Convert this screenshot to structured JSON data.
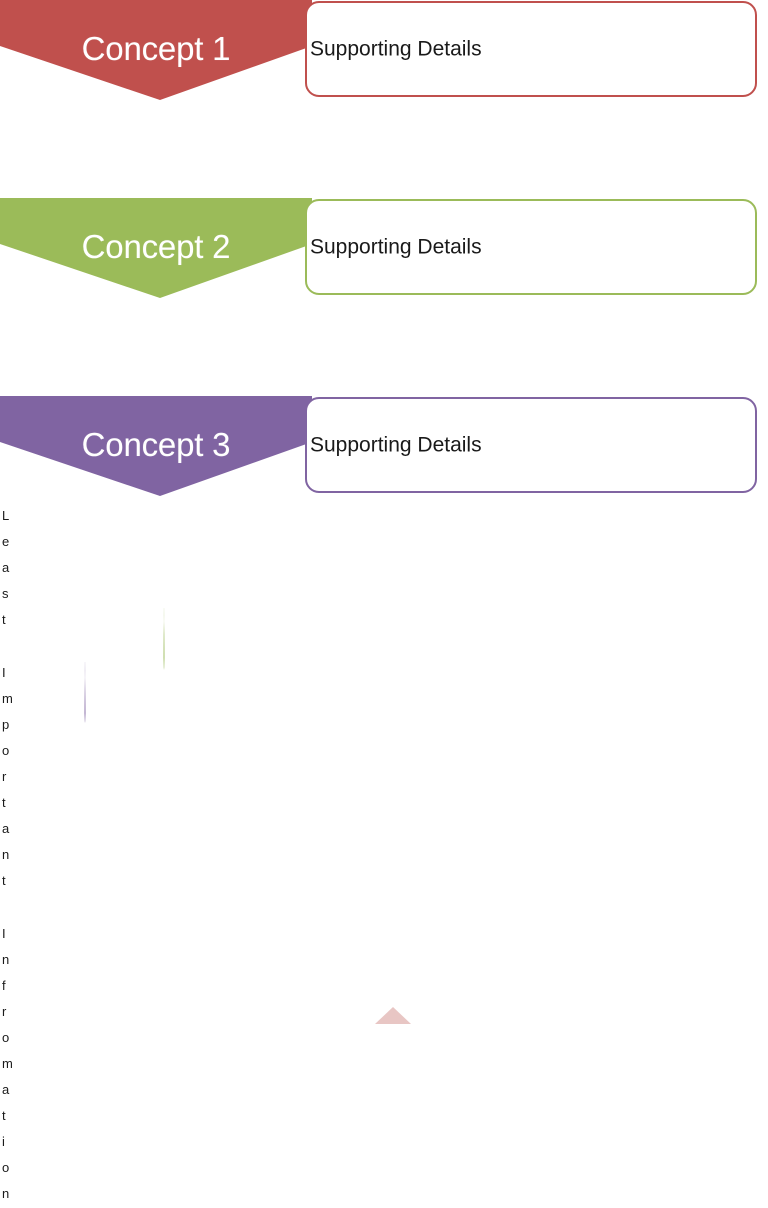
{
  "document": {
    "title": "Concept Chevron Diagram",
    "background": "#ffffff"
  },
  "rows": [
    {
      "concept_label": "Concept 1",
      "details_label": "Supporting Details",
      "color": "#c0504d",
      "chevron_name": "chevron-concept-1",
      "box_name": "details-box-concept-1"
    },
    {
      "concept_label": "Concept 2",
      "details_label": "Supporting Details",
      "color": "#9bbb59",
      "chevron_name": "chevron-concept-2",
      "box_name": "details-box-concept-2"
    },
    {
      "concept_label": "Concept 3",
      "details_label": "Supporting Details",
      "color": "#8064a2",
      "chevron_name": "chevron-concept-3",
      "box_name": "details-box-concept-3"
    }
  ],
  "side_label": {
    "text": "Least Important Infromation",
    "orientation": "vertical-stacked-letters",
    "characters": [
      "L",
      "e",
      "a",
      "s",
      "t",
      " ",
      "I",
      "m",
      "p",
      "o",
      "r",
      "t",
      "a",
      "n",
      "t",
      " ",
      "I",
      "n",
      "f",
      "r",
      "o",
      "m",
      "a",
      "t",
      "i",
      "o",
      "n"
    ],
    "color": "#1a1a1a"
  },
  "artifacts": {
    "faint_strip_green_color": "#9bbb59",
    "faint_strip_purple_color": "#8064a2",
    "bottom_marker_color": "#e8c6c4",
    "bottom_marker_name": "bottom-triangle-marker"
  }
}
